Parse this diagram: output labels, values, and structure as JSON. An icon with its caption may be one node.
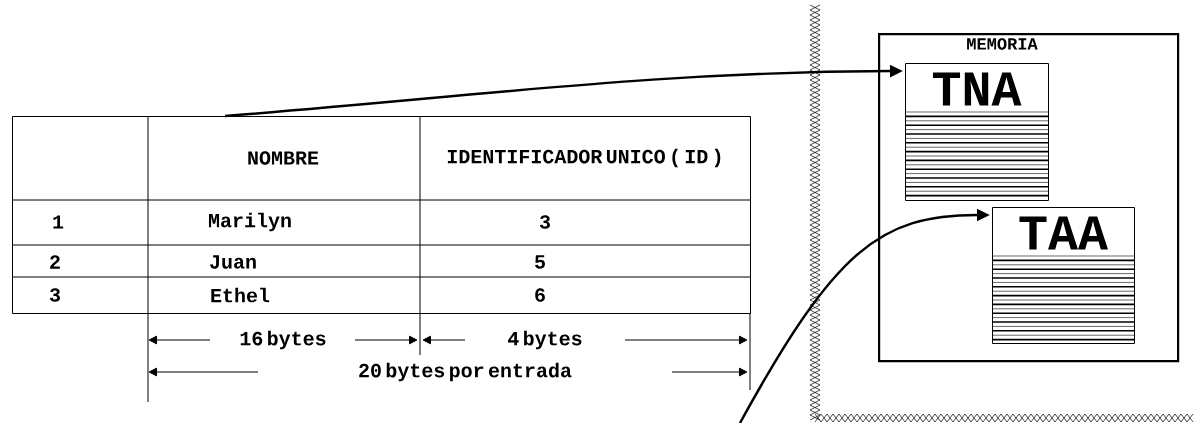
{
  "diagram": {
    "nodes": [
      {
        "text": [],
        "shape": "box"
      },
      {
        "text": [
          "MEMORIA"
        ]
      },
      {
        "text": [
          "TNA"
        ],
        "in": 1
      },
      {
        "text": [
          "TAA"
        ],
        "in": 1
      }
    ],
    "edges": [
      {
        "from": 0,
        "to": 2,
        "arrow": "to"
      },
      {
        "from": null,
        "to": 3,
        "arrow": "to"
      }
    ],
    "labels": [
      "NOMBRE",
      "IDENTIFICADOR UNICO ( ID )",
      "1",
      "Marilyn",
      "3",
      "2",
      "Juan",
      "5",
      "3",
      "Ethel",
      "6",
      "16 bytes",
      "4 bytes",
      "20 bytes por entrada"
    ]
  }
}
